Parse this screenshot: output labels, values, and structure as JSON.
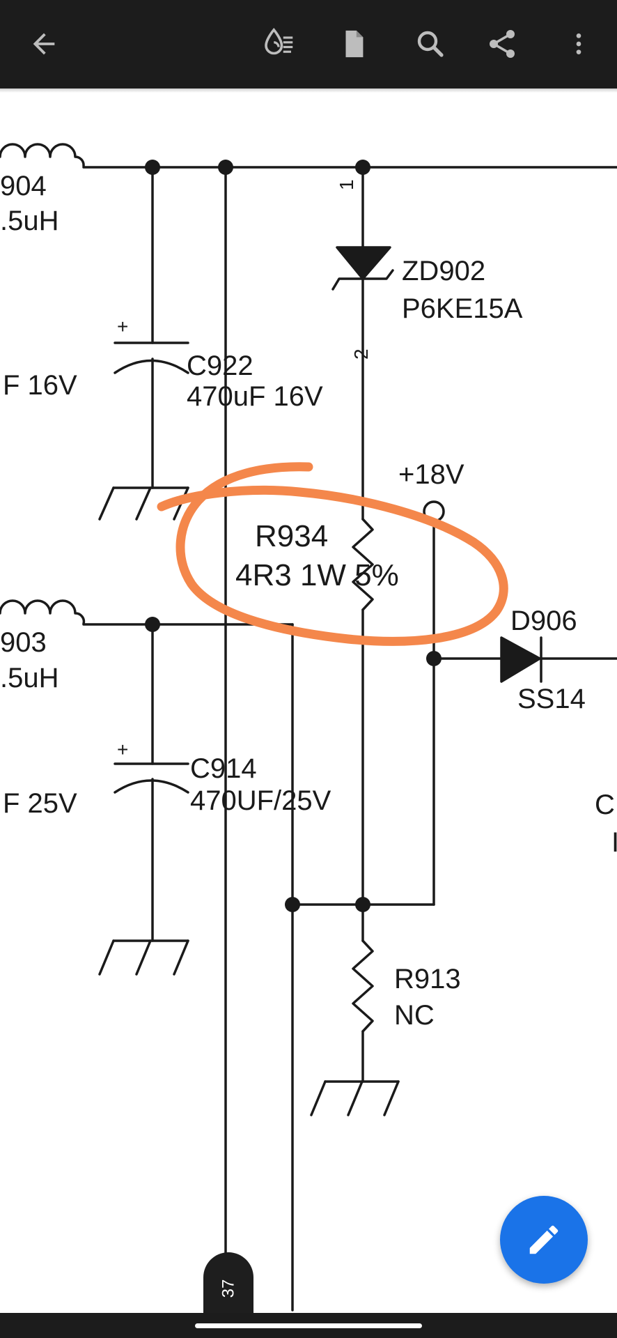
{
  "toolbar": {
    "icons": [
      "back-arrow-icon",
      "ink-drop-icon",
      "document-icon",
      "search-icon",
      "share-icon",
      "more-vert-icon"
    ]
  },
  "schematic": {
    "inductor_top": {
      "ref": "904",
      "value": ".5uH"
    },
    "inductor_bottom": {
      "ref": "903",
      "value": ".5uH"
    },
    "cap_left_top_value": "F 16V",
    "cap_left_bottom_value": "F 25V",
    "c922": {
      "ref": "C922",
      "value": "470uF 16V"
    },
    "c914": {
      "ref": "C914",
      "value": "470UF/25V"
    },
    "zd902": {
      "ref": "ZD902",
      "part": "P6KE15A",
      "pin1": "1",
      "pin2": "2"
    },
    "rail_label": "+18V",
    "r934": {
      "ref": "R934",
      "value": "4R3 1W 5%"
    },
    "d906": {
      "ref": "D906",
      "part": "SS14"
    },
    "r913": {
      "ref": "R913",
      "value": "NC"
    },
    "right_edge_ref_partial": "C",
    "right_edge_value_partial": "I",
    "cap_plus_sign": "+"
  },
  "annotation": {
    "color": "#f4874b"
  },
  "page_badge": {
    "label": "37"
  },
  "fab": {
    "icon": "edit-pencil-icon",
    "color": "#1a73e8"
  }
}
